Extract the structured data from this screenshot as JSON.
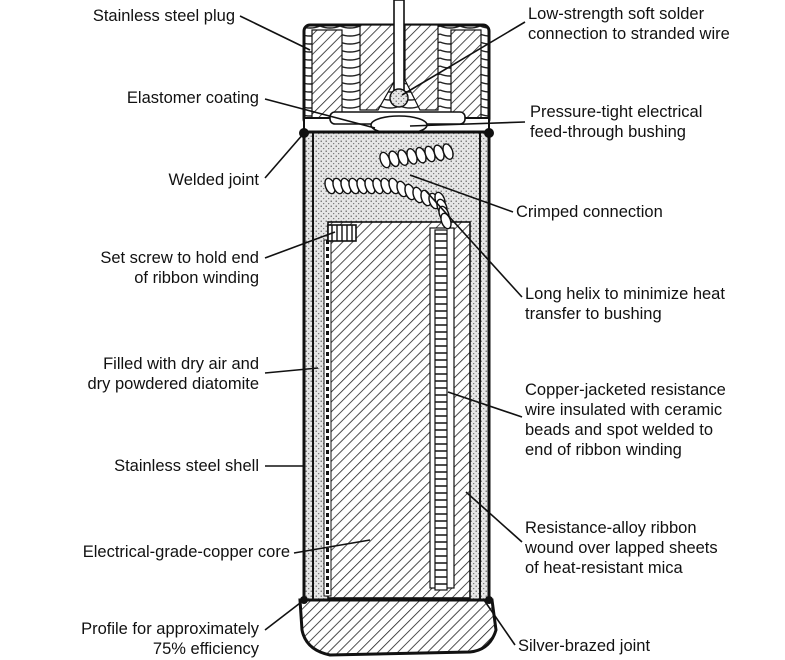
{
  "labels": {
    "left": {
      "plug": "Stainless steel plug",
      "elastomer": "Elastomer coating",
      "welded": "Welded joint",
      "setscrew_1": "Set screw to hold end",
      "setscrew_2": "of ribbon winding",
      "filled_1": "Filled with dry air and",
      "filled_2": "dry powdered diatomite",
      "shell": "Stainless steel shell",
      "core": "Electrical-grade-copper core",
      "profile_1": "Profile for approximately",
      "profile_2": "75% efficiency"
    },
    "right": {
      "solder_1": "Low-strength soft solder",
      "solder_2": "connection to stranded wire",
      "bushing_1": "Pressure-tight electrical",
      "bushing_2": "feed-through bushing",
      "crimped": "Crimped connection",
      "helix_1": "Long helix to minimize heat",
      "helix_2": "transfer to bushing",
      "wire_1": "Copper-jacketed resistance",
      "wire_2": "wire insulated with ceramic",
      "wire_3": "beads and spot welded to",
      "wire_4": "end of ribbon winding",
      "ribbon_1": "Resistance-alloy ribbon",
      "ribbon_2": "wound over lapped sheets",
      "ribbon_3": "of heat-resistant mica",
      "brazed": "Silver-brazed joint"
    }
  },
  "colors": {
    "line": "#111111",
    "stipple_bg": "#e2e2e2",
    "metal": "#ffffff"
  }
}
